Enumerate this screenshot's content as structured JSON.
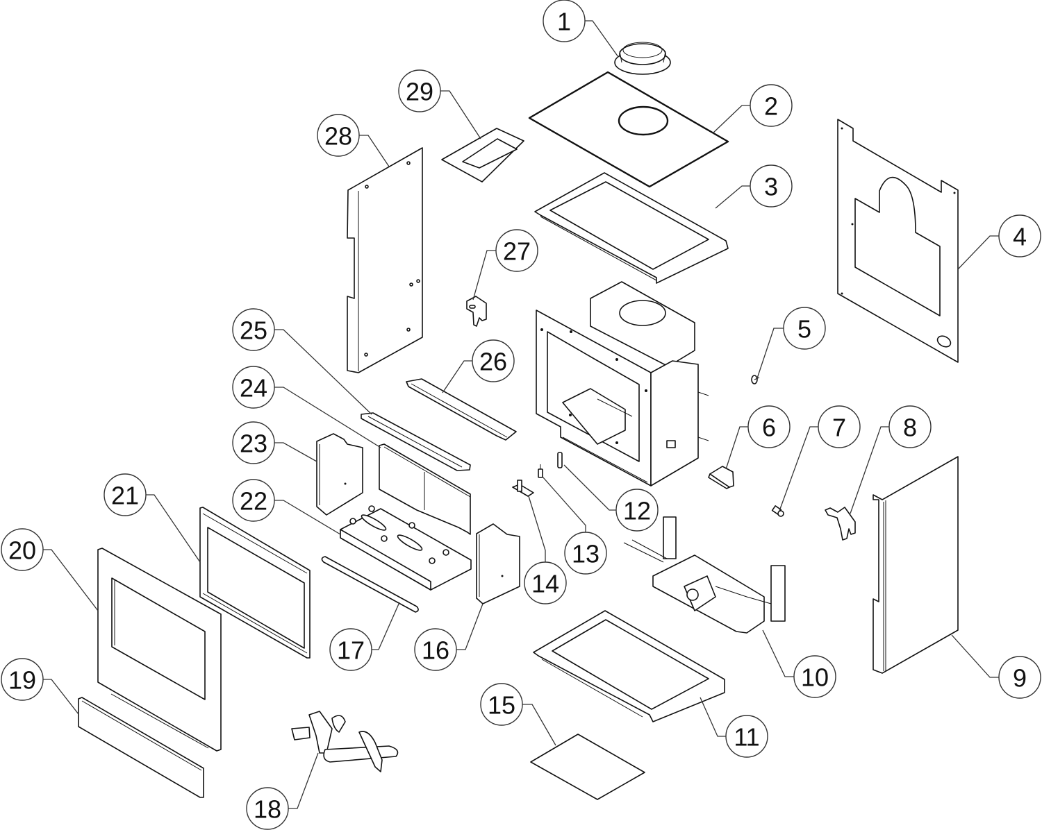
{
  "diagram": {
    "title": "Exploded parts view",
    "line_color": "#111111",
    "background": "#ffffff",
    "callouts": [
      {
        "id": "1",
        "label": "1",
        "part": "flue-collar"
      },
      {
        "id": "2",
        "label": "2",
        "part": "top-gasket-sheet"
      },
      {
        "id": "3",
        "label": "3",
        "part": "top-frame"
      },
      {
        "id": "4",
        "label": "4",
        "part": "rear-heat-shield-panel"
      },
      {
        "id": "5",
        "label": "5",
        "part": "fastener-clip"
      },
      {
        "id": "6",
        "label": "6",
        "part": "mounting-bracket"
      },
      {
        "id": "7",
        "label": "7",
        "part": "gas-fitting"
      },
      {
        "id": "8",
        "label": "8",
        "part": "side-bracket"
      },
      {
        "id": "9",
        "label": "9",
        "part": "right-side-panel"
      },
      {
        "id": "10",
        "label": "10",
        "part": "gas-valve-assembly"
      },
      {
        "id": "11",
        "label": "11",
        "part": "bottom-frame"
      },
      {
        "id": "12",
        "label": "12",
        "part": "thermocouple"
      },
      {
        "id": "13",
        "label": "13",
        "part": "igniter-electrode"
      },
      {
        "id": "14",
        "label": "14",
        "part": "pilot-assembly"
      },
      {
        "id": "15",
        "label": "15",
        "part": "bottom-insulation-sheet"
      },
      {
        "id": "16",
        "label": "16",
        "part": "right-refractory-side"
      },
      {
        "id": "17",
        "label": "17",
        "part": "support-rod"
      },
      {
        "id": "18",
        "label": "18",
        "part": "log-set"
      },
      {
        "id": "19",
        "label": "19",
        "part": "bottom-trim-panel"
      },
      {
        "id": "20",
        "label": "20",
        "part": "front-surround"
      },
      {
        "id": "21",
        "label": "21",
        "part": "glass-door-frame"
      },
      {
        "id": "22",
        "label": "22",
        "part": "burner-tray"
      },
      {
        "id": "23",
        "label": "23",
        "part": "left-refractory-side"
      },
      {
        "id": "24",
        "label": "24",
        "part": "rear-refractory-panel"
      },
      {
        "id": "25",
        "label": "25",
        "part": "baffle"
      },
      {
        "id": "26",
        "label": "26",
        "part": "upper-baffle-deflector"
      },
      {
        "id": "27",
        "label": "27",
        "part": "small-bracket"
      },
      {
        "id": "28",
        "label": "28",
        "part": "left-side-panel"
      },
      {
        "id": "29",
        "label": "29",
        "part": "label-plate"
      }
    ]
  }
}
